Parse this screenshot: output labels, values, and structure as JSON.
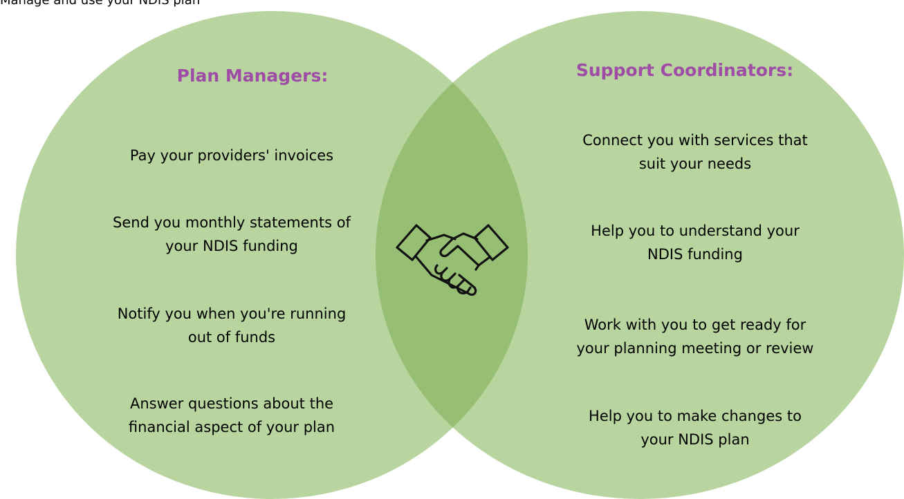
{
  "top_caption": "Manage and use your NDIS plan",
  "colors": {
    "circle_fill": "#b8d5a0",
    "overlap_fill": "#97bf74",
    "heading": "#9e4ca6",
    "text": "#000000",
    "icon_stroke": "#111111"
  },
  "left": {
    "heading": "Plan Managers:",
    "items": [
      "Pay your providers' invoices",
      "Send you monthly statements of\nyour NDIS funding",
      "Notify you when you're running\nout of funds",
      "Answer questions about the\nfinancial aspect of your plan"
    ]
  },
  "right": {
    "heading": "Support Coordinators:",
    "items": [
      "Connect you with services that\nsuit your needs",
      "Help you to understand your\nNDIS funding",
      "Work with you to get ready for\nyour planning meeting or review",
      "Help you to make changes to\nyour NDIS plan"
    ]
  },
  "center_icon": "handshake-icon"
}
